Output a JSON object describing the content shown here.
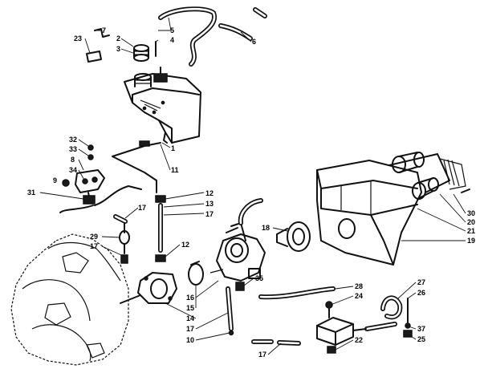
{
  "diagram": {
    "callouts": [
      {
        "id": "c7",
        "text": "7"
      },
      {
        "id": "c23",
        "text": "23"
      },
      {
        "id": "c2",
        "text": "2"
      },
      {
        "id": "c3",
        "text": "3"
      },
      {
        "id": "c5",
        "text": "5"
      },
      {
        "id": "c4",
        "text": "4"
      },
      {
        "id": "c6",
        "text": "6"
      },
      {
        "id": "c1",
        "text": "1"
      },
      {
        "id": "c11",
        "text": "11"
      },
      {
        "id": "c32",
        "text": "32"
      },
      {
        "id": "c33",
        "text": "33"
      },
      {
        "id": "c8",
        "text": "8"
      },
      {
        "id": "c34",
        "text": "34"
      },
      {
        "id": "c9",
        "text": "9"
      },
      {
        "id": "c31",
        "text": "31"
      },
      {
        "id": "c12a",
        "text": "12"
      },
      {
        "id": "c13",
        "text": "13"
      },
      {
        "id": "c17a",
        "text": "17"
      },
      {
        "id": "c17b",
        "text": "17"
      },
      {
        "id": "c29",
        "text": "29"
      },
      {
        "id": "c17c",
        "text": "17"
      },
      {
        "id": "c12b",
        "text": "12"
      },
      {
        "id": "c18",
        "text": "18"
      },
      {
        "id": "c30",
        "text": "30"
      },
      {
        "id": "c20",
        "text": "20"
      },
      {
        "id": "c21",
        "text": "21"
      },
      {
        "id": "c19",
        "text": "19"
      },
      {
        "id": "c35",
        "text": "35"
      },
      {
        "id": "c16",
        "text": "16"
      },
      {
        "id": "c15",
        "text": "15"
      },
      {
        "id": "c14",
        "text": "14"
      },
      {
        "id": "c17d",
        "text": "17"
      },
      {
        "id": "c10",
        "text": "10"
      },
      {
        "id": "c28",
        "text": "28"
      },
      {
        "id": "c24",
        "text": "24"
      },
      {
        "id": "c27",
        "text": "27"
      },
      {
        "id": "c26",
        "text": "26"
      },
      {
        "id": "c37",
        "text": "37"
      },
      {
        "id": "c25",
        "text": "25"
      },
      {
        "id": "c22",
        "text": "22"
      },
      {
        "id": "c17e",
        "text": "17"
      }
    ]
  }
}
